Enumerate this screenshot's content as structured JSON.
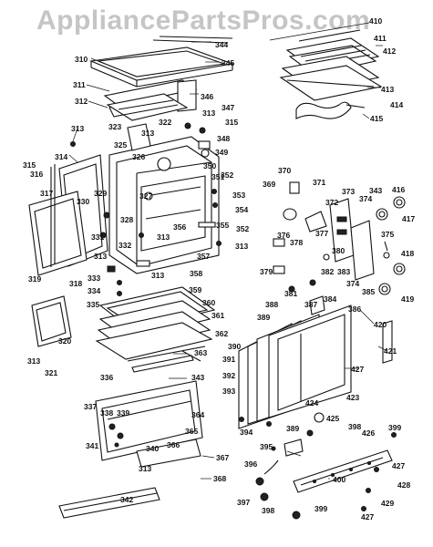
{
  "watermark": "AppliancePartsPros.com",
  "parts": [
    {
      "id": "p344",
      "label": "344"
    },
    {
      "id": "p345",
      "label": "345"
    },
    {
      "id": "p310",
      "label": "310"
    },
    {
      "id": "p311",
      "label": "311"
    },
    {
      "id": "p312",
      "label": "312"
    },
    {
      "id": "p346",
      "label": "346"
    },
    {
      "id": "p347",
      "label": "347"
    },
    {
      "id": "p323",
      "label": "323"
    },
    {
      "id": "p322",
      "label": "322"
    },
    {
      "id": "p313a",
      "label": "313"
    },
    {
      "id": "p315a",
      "label": "315"
    },
    {
      "id": "p313b",
      "label": "313"
    },
    {
      "id": "p325",
      "label": "325"
    },
    {
      "id": "p348",
      "label": "348"
    },
    {
      "id": "p349",
      "label": "349"
    },
    {
      "id": "p313c",
      "label": "313"
    },
    {
      "id": "p326",
      "label": "326"
    },
    {
      "id": "p350",
      "label": "350"
    },
    {
      "id": "p314",
      "label": "314"
    },
    {
      "id": "p315b",
      "label": "315"
    },
    {
      "id": "p316",
      "label": "316"
    },
    {
      "id": "p351",
      "label": "351"
    },
    {
      "id": "p352",
      "label": "352"
    },
    {
      "id": "p327",
      "label": "327"
    },
    {
      "id": "p317",
      "label": "317"
    },
    {
      "id": "p330",
      "label": "330"
    },
    {
      "id": "p329",
      "label": "329"
    },
    {
      "id": "p353",
      "label": "353"
    },
    {
      "id": "p354",
      "label": "354"
    },
    {
      "id": "p328",
      "label": "328"
    },
    {
      "id": "p356",
      "label": "356"
    },
    {
      "id": "p355",
      "label": "355"
    },
    {
      "id": "p352b",
      "label": "352"
    },
    {
      "id": "p331",
      "label": "331"
    },
    {
      "id": "p332",
      "label": "332"
    },
    {
      "id": "p313d",
      "label": "313"
    },
    {
      "id": "p313e",
      "label": "313"
    },
    {
      "id": "p313f",
      "label": "313"
    },
    {
      "id": "p357",
      "label": "357"
    },
    {
      "id": "p318",
      "label": "318"
    },
    {
      "id": "p358",
      "label": "358"
    },
    {
      "id": "p333",
      "label": "333"
    },
    {
      "id": "p313g",
      "label": "313"
    },
    {
      "id": "p319",
      "label": "319"
    },
    {
      "id": "p334",
      "label": "334"
    },
    {
      "id": "p335",
      "label": "335"
    },
    {
      "id": "p359",
      "label": "359"
    },
    {
      "id": "p360",
      "label": "360"
    },
    {
      "id": "p361",
      "label": "361"
    },
    {
      "id": "p362",
      "label": "362"
    },
    {
      "id": "p320",
      "label": "320"
    },
    {
      "id": "p313h",
      "label": "313"
    },
    {
      "id": "p321",
      "label": "321"
    },
    {
      "id": "p363",
      "label": "363"
    },
    {
      "id": "p343a",
      "label": "343"
    },
    {
      "id": "p336",
      "label": "336"
    },
    {
      "id": "p337",
      "label": "337"
    },
    {
      "id": "p338",
      "label": "338"
    },
    {
      "id": "p339",
      "label": "339"
    },
    {
      "id": "p364",
      "label": "364"
    },
    {
      "id": "p365",
      "label": "365"
    },
    {
      "id": "p366",
      "label": "366"
    },
    {
      "id": "p341",
      "label": "341"
    },
    {
      "id": "p340",
      "label": "340"
    },
    {
      "id": "p367",
      "label": "367"
    },
    {
      "id": "p313i",
      "label": "313"
    },
    {
      "id": "p368",
      "label": "368"
    },
    {
      "id": "p342",
      "label": "342"
    },
    {
      "id": "p410",
      "label": "410"
    },
    {
      "id": "p411",
      "label": "411"
    },
    {
      "id": "p412",
      "label": "412"
    },
    {
      "id": "p413",
      "label": "413"
    },
    {
      "id": "p414",
      "label": "414"
    },
    {
      "id": "p415",
      "label": "415"
    },
    {
      "id": "p370",
      "label": "370"
    },
    {
      "id": "p369",
      "label": "369"
    },
    {
      "id": "p371",
      "label": "371"
    },
    {
      "id": "p373",
      "label": "373"
    },
    {
      "id": "p374a",
      "label": "374"
    },
    {
      "id": "p343b",
      "label": "343"
    },
    {
      "id": "p416",
      "label": "416"
    },
    {
      "id": "p372",
      "label": "372"
    },
    {
      "id": "p417",
      "label": "417"
    },
    {
      "id": "p376",
      "label": "376"
    },
    {
      "id": "p377",
      "label": "377"
    },
    {
      "id": "p375",
      "label": "375"
    },
    {
      "id": "p380",
      "label": "380"
    },
    {
      "id": "p378",
      "label": "378"
    },
    {
      "id": "p418",
      "label": "418"
    },
    {
      "id": "p379",
      "label": "379"
    },
    {
      "id": "p382",
      "label": "382"
    },
    {
      "id": "p383",
      "label": "383"
    },
    {
      "id": "p374b",
      "label": "374"
    },
    {
      "id": "p381",
      "label": "381"
    },
    {
      "id": "p384",
      "label": "384"
    },
    {
      "id": "p385",
      "label": "385"
    },
    {
      "id": "p419",
      "label": "419"
    },
    {
      "id": "p388",
      "label": "388"
    },
    {
      "id": "p387",
      "label": "387"
    },
    {
      "id": "p386",
      "label": "386"
    },
    {
      "id": "p389a",
      "label": "389"
    },
    {
      "id": "p420",
      "label": "420"
    },
    {
      "id": "p390",
      "label": "390"
    },
    {
      "id": "p421",
      "label": "421"
    },
    {
      "id": "p391",
      "label": "391"
    },
    {
      "id": "p427a",
      "label": "427"
    },
    {
      "id": "p392",
      "label": "392"
    },
    {
      "id": "p393",
      "label": "393"
    },
    {
      "id": "p424",
      "label": "424"
    },
    {
      "id": "p423",
      "label": "423"
    },
    {
      "id": "p394",
      "label": "394"
    },
    {
      "id": "p425",
      "label": "425"
    },
    {
      "id": "p389b",
      "label": "389"
    },
    {
      "id": "p398a",
      "label": "398"
    },
    {
      "id": "p426",
      "label": "426"
    },
    {
      "id": "p399a",
      "label": "399"
    },
    {
      "id": "p395",
      "label": "395"
    },
    {
      "id": "p396",
      "label": "396"
    },
    {
      "id": "p427b",
      "label": "427"
    },
    {
      "id": "p400",
      "label": "400"
    },
    {
      "id": "p428",
      "label": "428"
    },
    {
      "id": "p397",
      "label": "397"
    },
    {
      "id": "p398b",
      "label": "398"
    },
    {
      "id": "p399b",
      "label": "399"
    },
    {
      "id": "p429",
      "label": "429"
    },
    {
      "id": "p427c",
      "label": "427"
    }
  ]
}
